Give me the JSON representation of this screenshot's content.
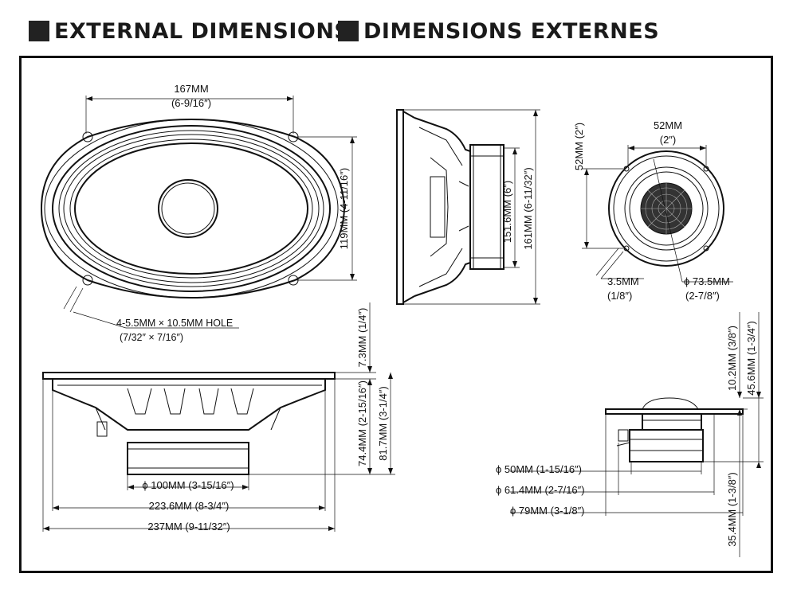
{
  "header": {
    "title_en": "EXTERNAL DIMENSIONS",
    "title_fr": "DIMENSIONS EXTERNES"
  },
  "woofer_front": {
    "width_mm": "167MM",
    "width_in": "(6-9/16″)",
    "height": "119MM (4-11/16″)",
    "hole_mm": "4-5.5MM × 10.5MM HOLE",
    "hole_in": "(7/32″ × 7/16″)"
  },
  "woofer_side": {
    "inner": "151.6MM (6″)",
    "outer": "161MM (6-11/32″)"
  },
  "tweeter_front": {
    "height": "52MM (2″)",
    "width_mm": "52MM",
    "width_in": "(2″)",
    "hole_mm": "3.5MM",
    "hole_in": "(1/8″)",
    "dia_mm": "ϕ 73.5MM",
    "dia_in": "(2-7/8″)"
  },
  "woofer_bottom": {
    "flange": "7.3MM (1/4″)",
    "depth_a": "74.4MM (2-15/16″)",
    "depth_b": "81.7MM (3-1/4″)",
    "magnet": "ϕ 100MM (3-15/16″)",
    "cutout": "223.6MM (8-3/4″)",
    "overall": "237MM (9-11/32″)"
  },
  "tweeter_side": {
    "top": "10.2MM (3/8″)",
    "height": "45.6MM (1-3/4″)",
    "bottom": "35.4MM (1-3/8″)",
    "d1": "ϕ 50MM (1-15/16″)",
    "d2": "ϕ 61.4MM (2-7/16″)",
    "d3": "ϕ 79MM (3-1/8″)"
  }
}
